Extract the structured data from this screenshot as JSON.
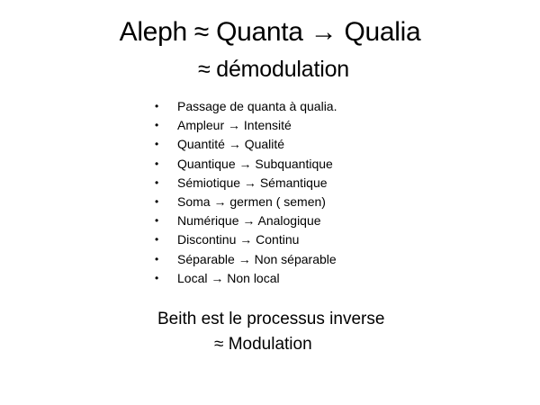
{
  "title": {
    "line1": "Aleph ≈ Quanta → Qualia",
    "line2": "≈ démodulation"
  },
  "bullet_marker": "•",
  "bullets": [
    "Passage de quanta à qualia.",
    "Ampleur →  Intensité",
    "Quantité → Qualité",
    "Quantique → Subquantique",
    "Sémiotique → Sémantique",
    "Soma → germen ( semen)",
    "Numérique → Analogique",
    "Discontinu → Continu",
    "Séparable → Non séparable",
    "Local → Non local"
  ],
  "footer": {
    "line1": "Beith est le processus inverse",
    "line2": "≈ Modulation"
  }
}
